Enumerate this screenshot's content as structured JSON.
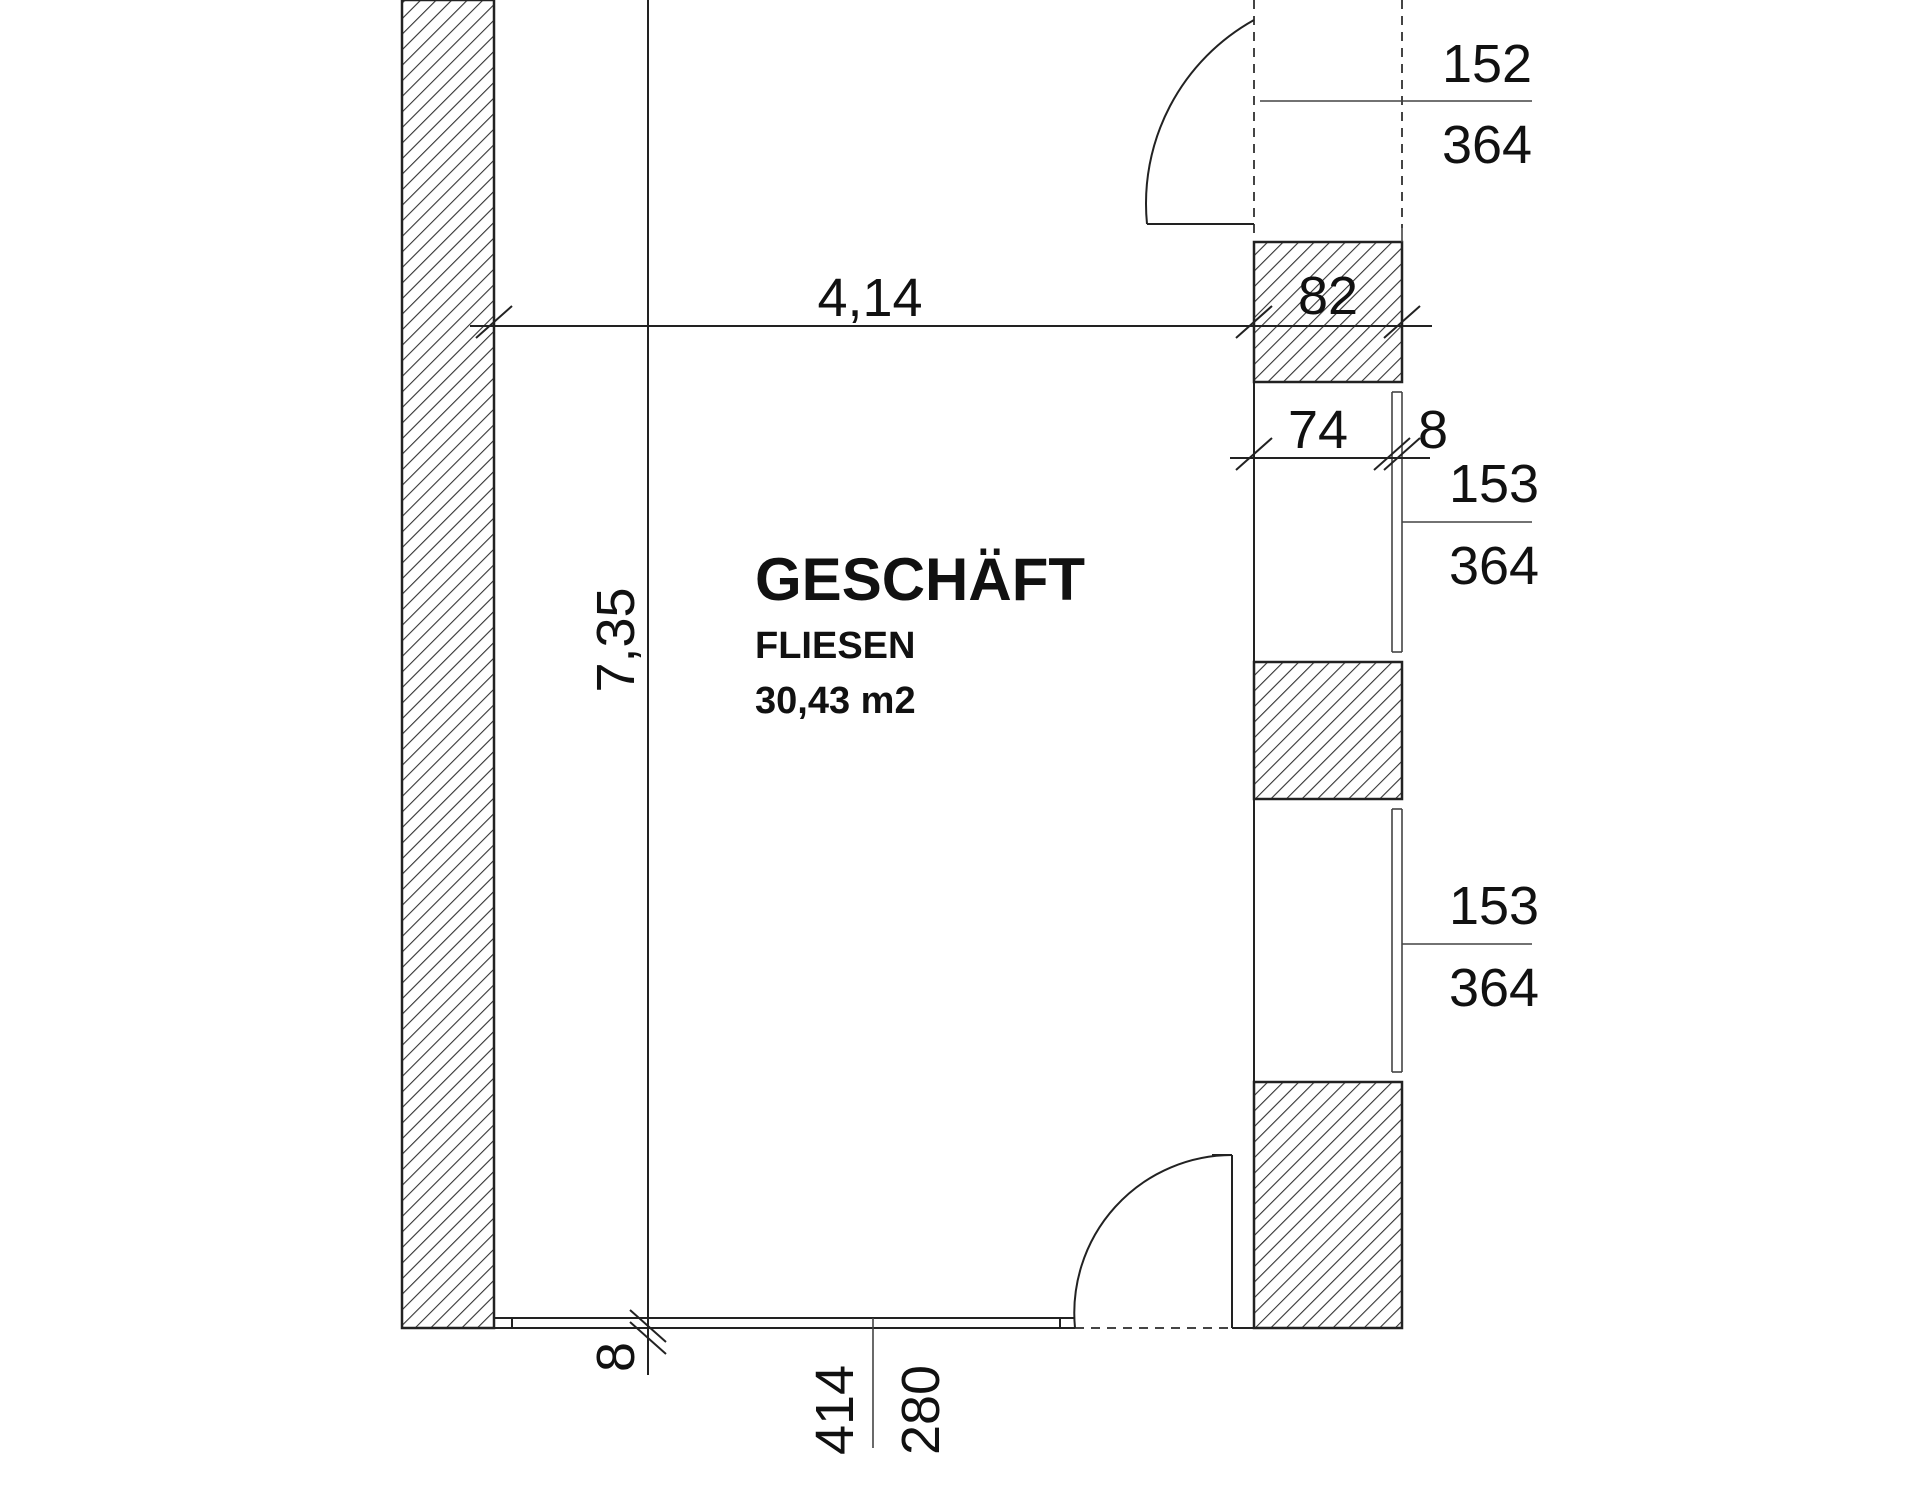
{
  "room": {
    "name": "GESCHÄFT",
    "floor": "FLIESEN",
    "area": "30,43 m2"
  },
  "dimensions": {
    "room_width": "4,14",
    "room_depth": "7,35",
    "pillar_width": "82",
    "window_reveal": "74",
    "frame_depth": "8",
    "bottom_wall_depth": "8",
    "opening_width_bottom": "414",
    "opening_height_bottom": "280",
    "window_1": {
      "width": "152",
      "height": "364"
    },
    "window_2": {
      "width": "153",
      "height": "364"
    },
    "window_3": {
      "width": "153",
      "height": "364"
    }
  },
  "colors": {
    "line": "#222222",
    "hatch": "#333333",
    "background": "#ffffff"
  }
}
